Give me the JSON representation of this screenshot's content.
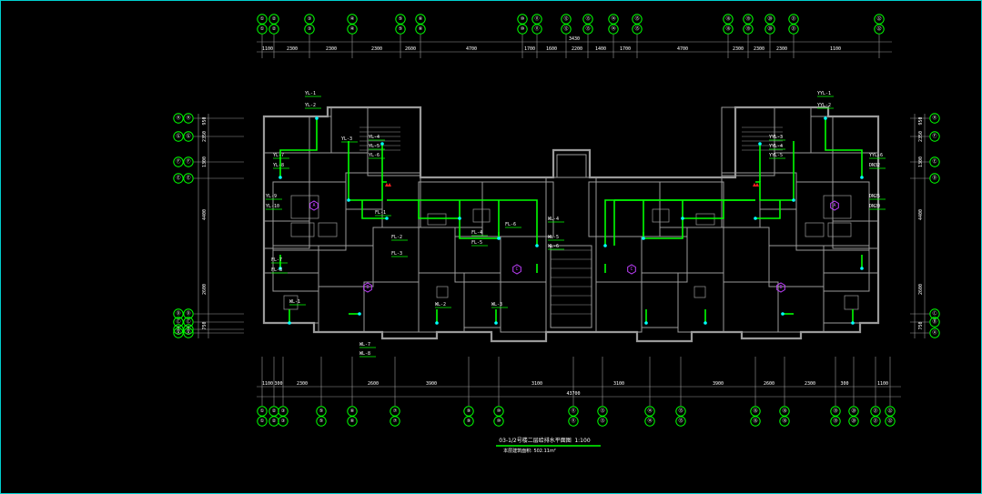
{
  "colors": {
    "background": "#000000",
    "frame": "#00d0d0",
    "wall": "#9a9a9a",
    "pipe": "#00ff00",
    "grid_bubble": "#00ff00",
    "text": "#ffffff",
    "marker": "#c040ff",
    "riser": "#00ffff",
    "red_mark": "#ff2020"
  },
  "drawing": {
    "title": "03-1/2号楼二层给排水平面图",
    "scale": "1:100",
    "area_note": "本层建筑面积: 502.11m²"
  },
  "grids": {
    "top_labels": [
      "①",
      "②",
      "③",
      "④",
      "⑤",
      "⑥",
      "⑩",
      "⑪",
      "⑫",
      "⑬",
      "⑭",
      "⑮",
      "⑱",
      "⑲",
      "⑳",
      "㉑",
      "㉒"
    ],
    "bottom_labels": [
      "①",
      "②",
      "③",
      "⑤",
      "⑥",
      "⑦",
      "⑨",
      "⑩",
      "⑪",
      "⑬",
      "⑭",
      "⑮",
      "⑯",
      "⑱",
      "⑲",
      "⑳",
      "㉑",
      "㉒"
    ],
    "left_labels": [
      "Ⓗ",
      "Ⓖ",
      "Ⓕ",
      "Ⓔ",
      "Ⓓ",
      "Ⓒ",
      "Ⓑ",
      "Ⓐ"
    ],
    "right_labels": [
      "Ⓗ",
      "Ⓕ",
      "Ⓔ",
      "Ⓓ",
      "Ⓒ",
      "Ⓑ",
      "Ⓐ"
    ]
  },
  "dimensions": {
    "top_overall": "3430",
    "top": [
      "1100",
      "2300",
      "2300",
      "2300",
      "2600",
      "4700",
      "1700",
      "1600",
      "2200",
      "1400",
      "1700",
      "4700",
      "2300",
      "2300",
      "2300",
      "1100"
    ],
    "bottom_overall": "43700",
    "bottom": [
      "1100",
      "300",
      "2300",
      "2600",
      "3900",
      "3100",
      "3100",
      "3900",
      "2600",
      "2300",
      "300",
      "1100"
    ],
    "left_v": [
      "950",
      "2350",
      "1300",
      "4400",
      "2600",
      "750"
    ],
    "right_v": [
      "950",
      "2350",
      "1300",
      "4400",
      "2600",
      "750"
    ]
  },
  "pipe_labels": [
    "YL-1",
    "YL-2",
    "YL-3",
    "YL-4",
    "YL-5",
    "YL-6",
    "YL-7",
    "YL-8",
    "YL-9",
    "YL-10",
    "FL-1",
    "FL-2",
    "FL-3",
    "FL-4",
    "FL-5",
    "FL-6",
    "FL-7",
    "FL-8",
    "WL-1",
    "WL-2",
    "WL-3",
    "WL-4",
    "WL-5",
    "WL-6",
    "WL-7",
    "WL-8",
    "YYL-1",
    "YYL-2",
    "YYL-3",
    "YYL-4",
    "YYL-5",
    "YYL-6",
    "DN32",
    "DN25",
    "DN20"
  ],
  "unit_markers": [
    "A",
    "B",
    "C",
    "C",
    "B",
    "A"
  ]
}
